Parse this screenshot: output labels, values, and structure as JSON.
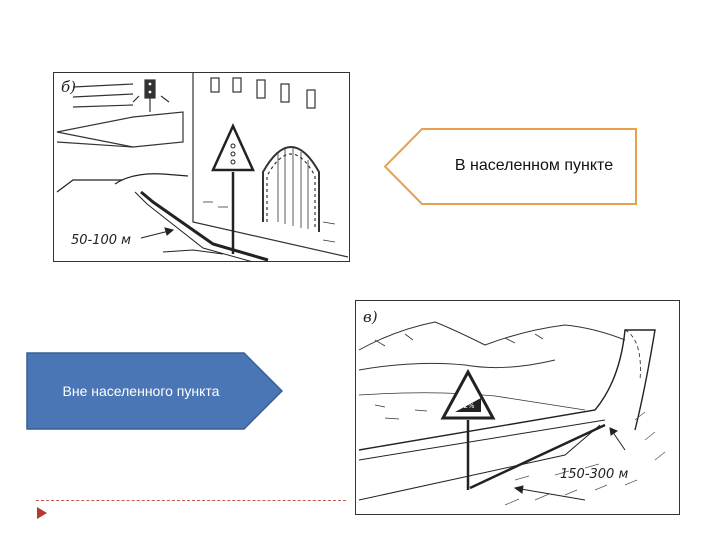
{
  "slide": {
    "callouts": {
      "in_town": "В населенном пункте",
      "out_of_town": "Вне населенного пункта"
    },
    "illustrations": {
      "town": {
        "letter": "б)",
        "distance": "50-100 м"
      },
      "outside": {
        "letter": "в)",
        "distance": "150-300 м",
        "sign_text": "12%"
      }
    }
  },
  "colors": {
    "callout_right_border": "#e7a04b",
    "callout_left_fill": "#4a76b6",
    "callout_left_border": "#3a5f96",
    "divider": "#c9574a",
    "bullet": "#b8382b"
  },
  "icons": {
    "bullet": "triangle-bullet-icon",
    "town_sign": "traffic-light-warning-sign-icon",
    "outside_sign": "steep-descent-warning-sign-icon"
  }
}
